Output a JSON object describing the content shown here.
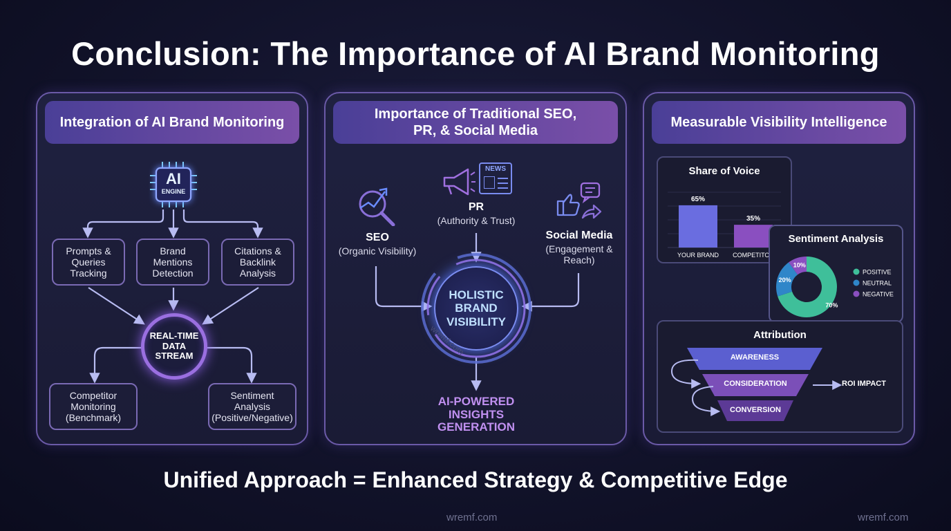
{
  "title": "Conclusion: The Importance of AI Brand Monitoring",
  "colors": {
    "background": "#12132b",
    "panel_border": "#6b5aa8",
    "header_start": "#4a3f97",
    "header_end": "#7a4fa8",
    "accent_blue": "#6a6de0",
    "accent_purple": "#8a4fc0",
    "positive": "#3fbf9a",
    "neutral": "#2f86c9",
    "negative": "#8a4fc0"
  },
  "panel1": {
    "header": "Integration of AI Brand Monitoring",
    "chip": {
      "main": "AI",
      "sub": "ENGINE"
    },
    "modules": [
      "Prompts &\nQueries\nTracking",
      "Brand\nMentions\nDetection",
      "Citations &\nBacklink\nAnalysis"
    ],
    "stream": "REAL-TIME\nDATA\nSTREAM",
    "outputs": [
      "Competitor\nMonitoring\n(Benchmark)",
      "Sentiment\nAnalysis\n(Positive/Negative)"
    ]
  },
  "panel2": {
    "header": "Importance of Traditional SEO,\nPR, & Social Media",
    "news_label": "NEWS",
    "seo": {
      "title": "SEO",
      "sub": "(Organic Visibility)"
    },
    "pr": {
      "title": "PR",
      "sub": "(Authority & Trust)"
    },
    "social": {
      "title": "Social Media",
      "sub": "(Engagement &\nReach)"
    },
    "center": "HOLISTIC\nBRAND\nVISIBILITY",
    "center_watermark": "wremf.com",
    "output": "AI-POWERED\nINSIGHTS\nGENERATION"
  },
  "panel3": {
    "header": "Measurable Visibility Intelligence",
    "share_of_voice": {
      "title": "Share of Voice",
      "chart_data": {
        "type": "bar",
        "categories": [
          "YOUR BRAND",
          "COMPETITOR"
        ],
        "values": [
          65,
          35
        ],
        "value_labels": [
          "65%",
          "35%"
        ],
        "title": "Share of Voice",
        "ylim": [
          0,
          100
        ],
        "colors": [
          "#6a6de0",
          "#8a4fc0"
        ]
      }
    },
    "sentiment": {
      "title": "Sentiment Analysis",
      "chart_data": {
        "type": "pie",
        "categories": [
          "POSITIVE",
          "NEUTRAL",
          "NEGATIVE"
        ],
        "values": [
          70,
          20,
          10
        ],
        "value_labels": [
          "70%",
          "20%",
          "10%"
        ],
        "title": "Sentiment Analysis",
        "legend": "right",
        "colors": [
          "#3fbf9a",
          "#2f86c9",
          "#8a4fc0"
        ]
      }
    },
    "attribution": {
      "title": "Attribution",
      "stages": [
        "AWARENESS",
        "CONSIDERATION",
        "CONVERSION"
      ],
      "result": "ROI IMPACT"
    }
  },
  "footer": {
    "tagline": "Unified Approach = Enhanced Strategy & Competitive Edge",
    "watermark_center": "wremf.com",
    "watermark_right": "wremf.com"
  }
}
